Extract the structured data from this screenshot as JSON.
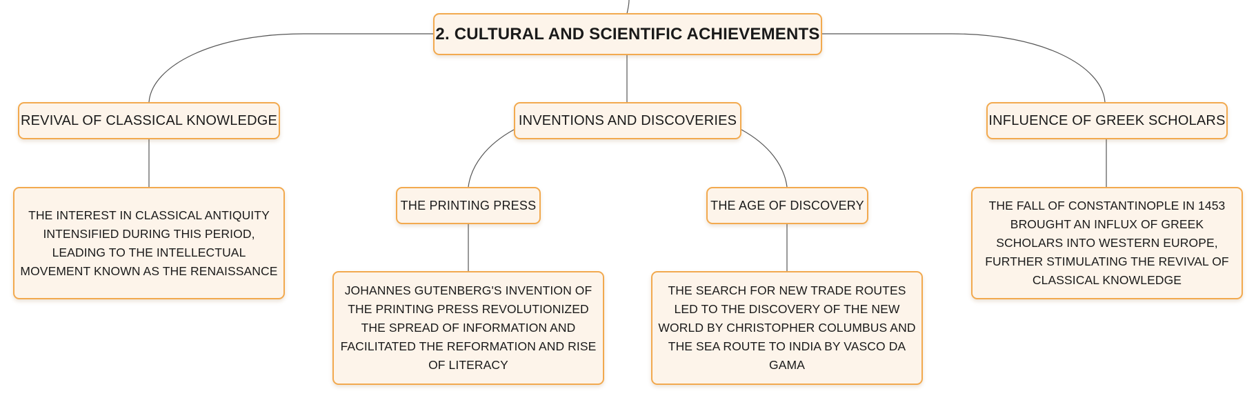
{
  "mindmap": {
    "root": {
      "label": "2. CULTURAL AND SCIENTIFIC ACHIEVEMENTS"
    },
    "branches": [
      {
        "label": "REVIVAL OF CLASSICAL KNOWLEDGE",
        "detail": "THE INTEREST IN CLASSICAL ANTIQUITY INTENSIFIED DURING THIS PERIOD, LEADING TO THE INTELLECTUAL MOVEMENT KNOWN AS THE RENAISSANCE"
      },
      {
        "label": "INVENTIONS AND DISCOVERIES",
        "children": [
          {
            "label": "THE PRINTING PRESS",
            "detail": "JOHANNES GUTENBERG'S INVENTION OF THE PRINTING PRESS REVOLUTIONIZED THE SPREAD OF INFORMATION AND FACILITATED THE REFORMATION AND RISE OF LITERACY"
          },
          {
            "label": "THE AGE OF DISCOVERY",
            "detail": "THE SEARCH FOR NEW TRADE ROUTES LED TO THE DISCOVERY OF THE NEW WORLD BY CHRISTOPHER COLUMBUS AND THE SEA ROUTE TO INDIA BY VASCO DA GAMA"
          }
        ]
      },
      {
        "label": "INFLUENCE OF GREEK SCHOLARS",
        "detail": "THE FALL OF CONSTANTINOPLE IN 1453 BROUGHT AN INFLUX OF GREEK SCHOLARS INTO WESTERN EUROPE, FURTHER STIMULATING THE REVIVAL OF CLASSICAL KNOWLEDGE"
      }
    ]
  },
  "colors": {
    "node_fill": "#fdf4ea",
    "node_border": "#f2a94e",
    "connector": "#555555",
    "text": "#1a1a1a"
  }
}
